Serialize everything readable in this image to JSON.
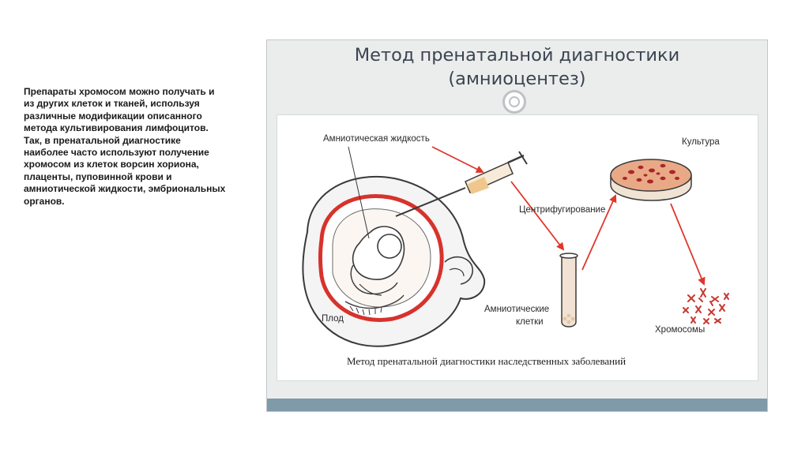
{
  "side_text": "Препараты хромосом можно получать и из других клеток и тканей, используя различные модификации описанного метода культивирования лимфоцитов. Так, в пренатальной диагностике наиболее часто используют получение хромосом из клеток ворсин хориона, плаценты, пуповинной крови и амниотической жидкости, эмбриональных органов.",
  "slide": {
    "title_line1": "Метод пренатальной диагностики",
    "title_line2": "(амниоцентез)"
  },
  "figure": {
    "labels": {
      "amniotic_fluid": "Амниотическая жидкость",
      "culture": "Культура",
      "centrifugation": "Центрифугирование",
      "amniotic_cells_1": "Амниотические",
      "amniotic_cells_2": "клетки",
      "fetus": "Плод",
      "chromosomes": "Хромосомы"
    },
    "caption": "Метод пренатальной диагностики наследственных заболеваний",
    "colors": {
      "arrow": "#e0362b",
      "uterus_wall": "#d8322c",
      "culture_fill": "#e9a987",
      "outline": "#3a3a3a",
      "tube": "#f1e2d4"
    }
  }
}
